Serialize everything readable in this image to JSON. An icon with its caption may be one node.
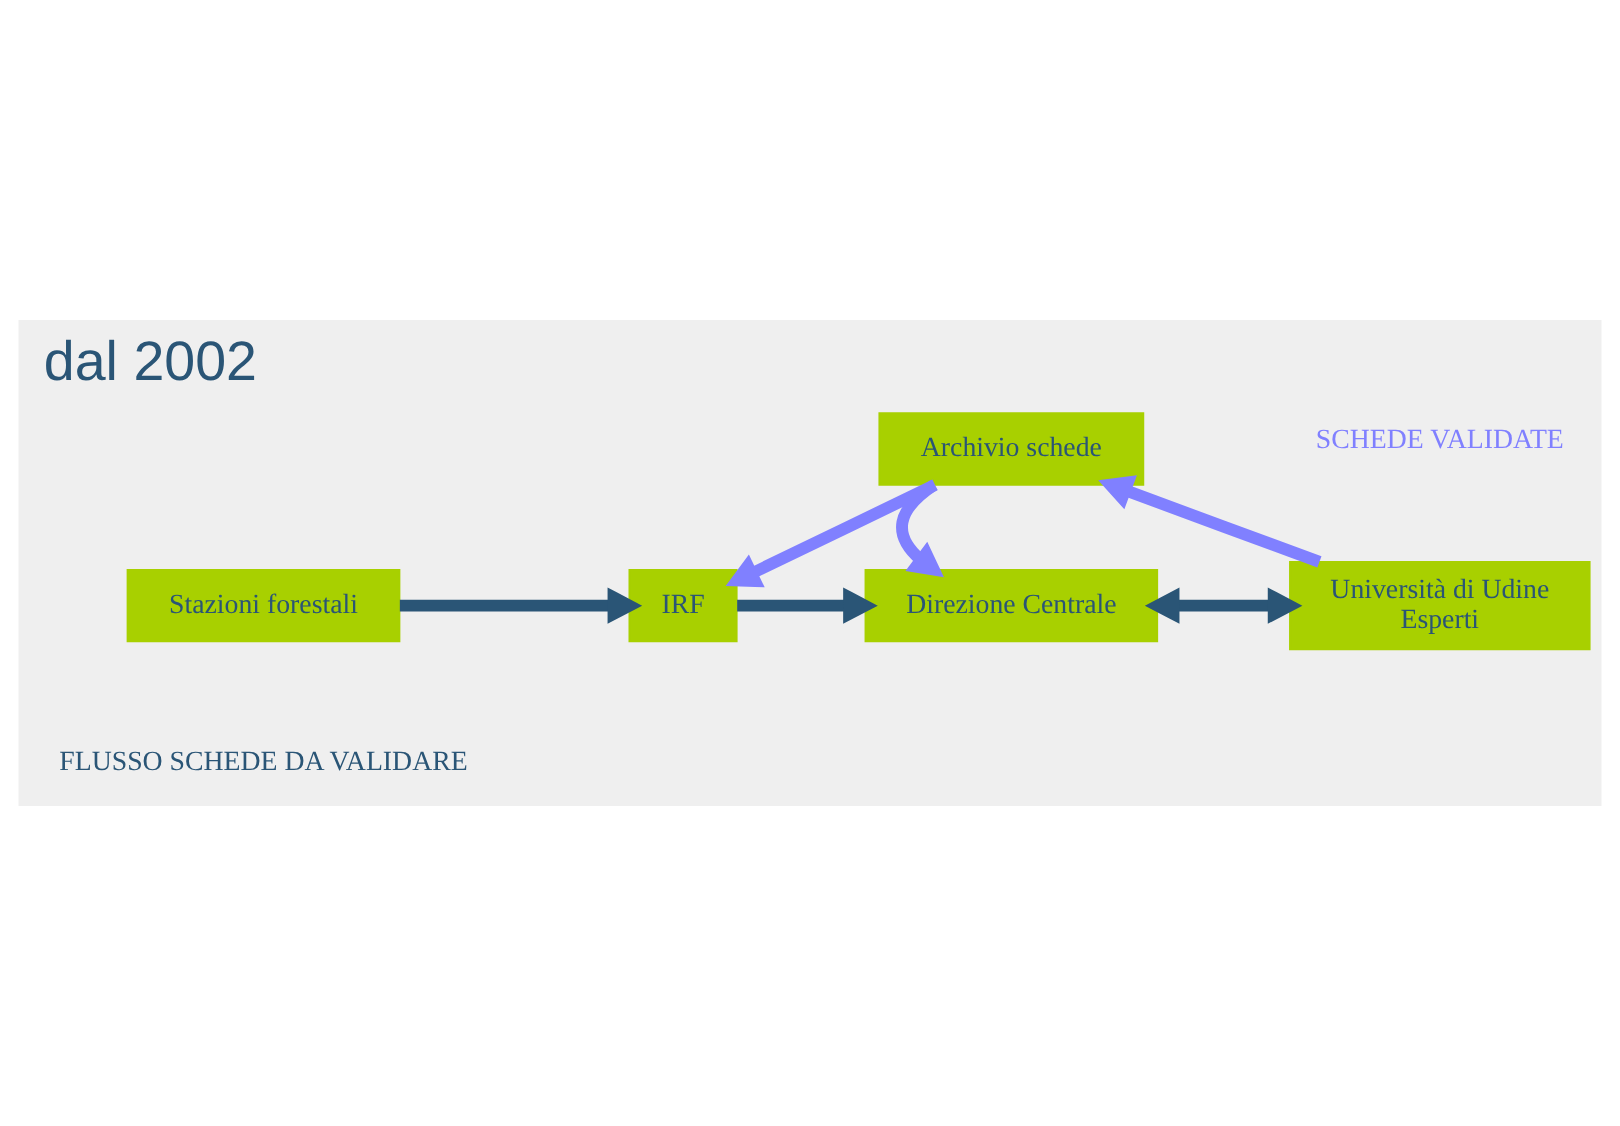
{
  "diagram": {
    "title": "dal 2002",
    "nodes": [
      {
        "text": [
          "Stazioni forestali"
        ]
      },
      {
        "text": [
          "IRF"
        ]
      },
      {
        "text": [
          "Archivio schede"
        ]
      },
      {
        "text": [
          "Direzione Centrale"
        ]
      },
      {
        "text": [
          "Università di Udine",
          "Esperti"
        ]
      }
    ],
    "edges": [
      {
        "from": 0,
        "to": 1,
        "arrow": "to",
        "color": "#2a5576"
      },
      {
        "from": 1,
        "to": 3,
        "arrow": "to",
        "color": "#2a5576"
      },
      {
        "from": 2,
        "to": 1,
        "arrow": "to",
        "color": "#8080ff"
      },
      {
        "from": 2,
        "to": 3,
        "arrow": "to",
        "color": "#8080ff"
      },
      {
        "from": 3,
        "to": 4,
        "arrow": "both",
        "color": "#2a5576"
      },
      {
        "from": 4,
        "to": 2,
        "arrow": "to",
        "color": "#8080ff"
      }
    ],
    "labels": [
      "SCHEDE VALIDATE",
      "FLUSSO SCHEDE DA VALIDARE"
    ]
  }
}
